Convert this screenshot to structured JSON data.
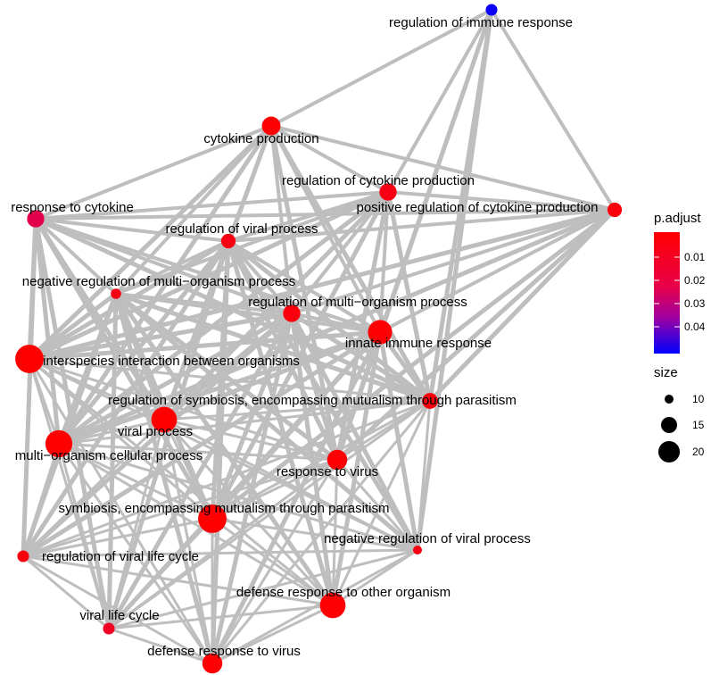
{
  "network": {
    "nodes": [
      {
        "id": "n1",
        "label": "regulation of immune response",
        "p_adjust": 0.048,
        "size": 9
      },
      {
        "id": "n2",
        "label": "cytokine production",
        "p_adjust": 0.001,
        "size": 14
      },
      {
        "id": "n3",
        "label": "regulation of cytokine production",
        "p_adjust": 0.003,
        "size": 13
      },
      {
        "id": "n4",
        "label": "positive regulation of cytokine production",
        "p_adjust": 0.002,
        "size": 11
      },
      {
        "id": "n5",
        "label": "response to cytokine",
        "p_adjust": 0.01,
        "size": 13
      },
      {
        "id": "n6",
        "label": "regulation of viral process",
        "p_adjust": 0.003,
        "size": 11
      },
      {
        "id": "n7",
        "label": "negative regulation of multi−organism process",
        "p_adjust": 0.003,
        "size": 8
      },
      {
        "id": "n8",
        "label": "regulation of multi−organism process",
        "p_adjust": 0.002,
        "size": 13
      },
      {
        "id": "n9",
        "label": "innate immune response",
        "p_adjust": 0.001,
        "size": 18
      },
      {
        "id": "n10",
        "label": "interspecies interaction between organisms",
        "p_adjust": 0.0005,
        "size": 21
      },
      {
        "id": "n11",
        "label": "regulation of symbiosis, encompassing mutualism through parasitism",
        "p_adjust": 0.002,
        "size": 12
      },
      {
        "id": "n12",
        "label": "viral process",
        "p_adjust": 0.0005,
        "size": 19
      },
      {
        "id": "n13",
        "label": "multi−organism cellular process",
        "p_adjust": 0.0005,
        "size": 20
      },
      {
        "id": "n14",
        "label": "response to virus",
        "p_adjust": 0.001,
        "size": 15
      },
      {
        "id": "n15",
        "label": "symbiosis, encompassing mutualism through parasitism",
        "p_adjust": 0.0005,
        "size": 21
      },
      {
        "id": "n16",
        "label": "negative regulation of viral process",
        "p_adjust": 0.003,
        "size": 7
      },
      {
        "id": "n17",
        "label": "regulation of viral life cycle",
        "p_adjust": 0.002,
        "size": 9
      },
      {
        "id": "n18",
        "label": "defense response to other organism",
        "p_adjust": 0.001,
        "size": 19
      },
      {
        "id": "n19",
        "label": "viral life cycle",
        "p_adjust": 0.005,
        "size": 9
      },
      {
        "id": "n20",
        "label": "defense response to virus",
        "p_adjust": 0.001,
        "size": 15
      }
    ]
  },
  "legend": {
    "color_title": "p.adjust",
    "color_ticks": [
      "0.01",
      "0.02",
      "0.03",
      "0.04"
    ],
    "color_high": "#0000ff",
    "color_low": "#ff0000",
    "size_title": "size",
    "size_ticks": [
      "10",
      "15",
      "20"
    ]
  },
  "colors": {
    "edge": "#bebebe",
    "background": "#ffffff"
  }
}
